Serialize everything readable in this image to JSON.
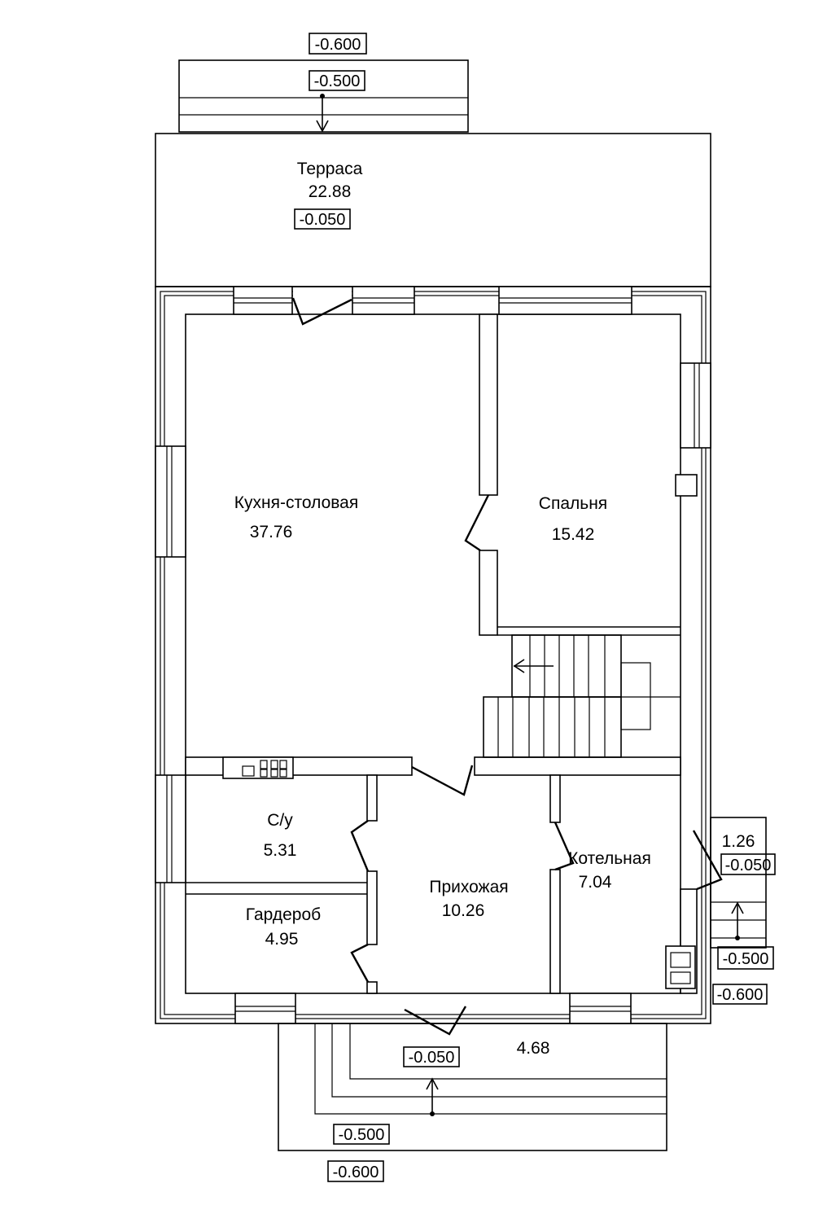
{
  "colors": {
    "line": "#000000",
    "background": "#ffffff"
  },
  "rooms": {
    "terrace": {
      "name": "Терраса",
      "area": "22.88"
    },
    "kitchen": {
      "name": "Кухня-столовая",
      "area": "37.76"
    },
    "bedroom": {
      "name": "Спальня",
      "area": "15.42"
    },
    "bathroom": {
      "name": "С/у",
      "area": "5.31"
    },
    "wardrobe": {
      "name": "Гардероб",
      "area": "4.95"
    },
    "hallway": {
      "name": "Прихожая",
      "area": "10.26"
    },
    "boiler": {
      "name": "Котельная",
      "area": "7.04"
    },
    "porch_side": {
      "area": "1.26"
    },
    "porch_front": {
      "area": "4.68"
    }
  },
  "levels": {
    "terrace_top_outer": "-0.600",
    "terrace_top_step": "-0.500",
    "terrace_floor": "-0.050",
    "side_porch_floor": "-0.050",
    "side_porch_step": "-0.500",
    "side_porch_ground": "-0.600",
    "front_porch_floor": "-0.050",
    "front_porch_step": "-0.500",
    "front_porch_ground": "-0.600"
  }
}
